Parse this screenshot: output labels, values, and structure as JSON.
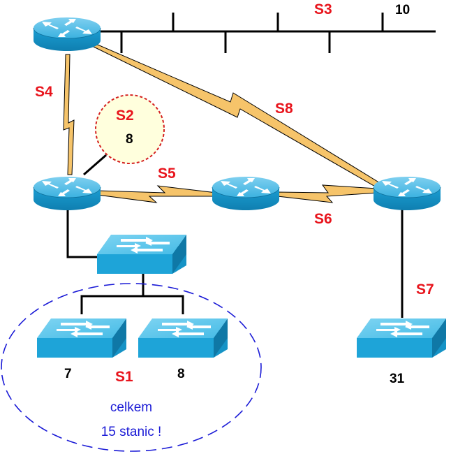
{
  "network": {
    "segment_labels": {
      "s1": "S1",
      "s2": "S2",
      "s3": "S3",
      "s4": "S4",
      "s5": "S5",
      "s6": "S6",
      "s7": "S7",
      "s8": "S8"
    },
    "station_counts": {
      "s3": "10",
      "s2": "8",
      "switch_left": "7",
      "switch_middle": "8",
      "s7": "31"
    },
    "note": {
      "line1": "celkem",
      "line2": "15 stanic !"
    }
  },
  "colors": {
    "segment_label": "#e8141c",
    "count_label": "#000000",
    "note_text": "#1a1ad6",
    "device_blue": "#1e9fd0",
    "serial_link": "#f6c46a",
    "highlight_fill": "#ffffdd",
    "highlight_border": "#d42020",
    "group_outline": "#1a1ad6"
  },
  "icons": {
    "router": "router-icon",
    "switch": "workgroup-switch-icon",
    "serial_link": "lightning-bolt-icon"
  }
}
